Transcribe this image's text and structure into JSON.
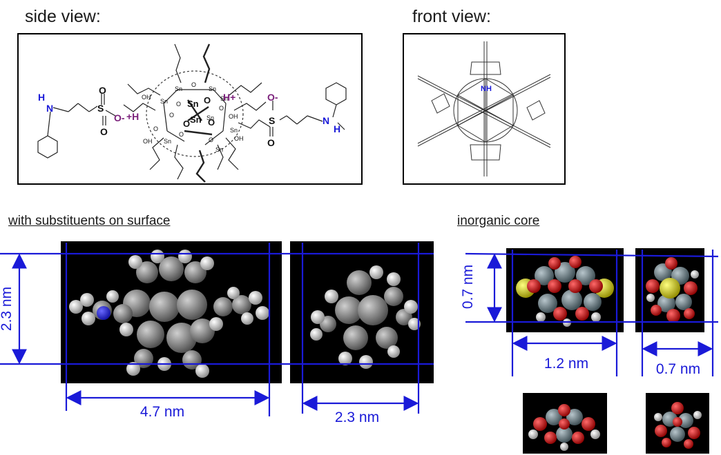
{
  "headings": {
    "side_view": "side view:",
    "front_view": "front view:",
    "with_substituents": "with substituents on surface",
    "inorganic_core": "inorganic core"
  },
  "dimensions": {
    "height_substituted": "2.3 nm",
    "length_substituted": "4.7 nm",
    "width_substituted": "2.3 nm",
    "height_core": "0.7 nm",
    "length_core": "1.2 nm",
    "width_core": "0.7 nm"
  },
  "structure_labels": {
    "sn": "Sn",
    "o": "O",
    "oh": "OH",
    "h": "H",
    "n": "N",
    "s": "S",
    "o_minus": "O-",
    "h_plus": "+H",
    "h_plus_right": "H+",
    "nh": "NH"
  },
  "colors": {
    "dimension_lines": "#1a1ad8",
    "ion_label": "#7a1f7a",
    "nitrogen": "#1a1ad8",
    "carbon": "#7f7f7f",
    "hydrogen": "#e8e8e8",
    "oxygen": "#d01010",
    "tin": "#7a8a90",
    "sulfur": "#d8d020"
  }
}
